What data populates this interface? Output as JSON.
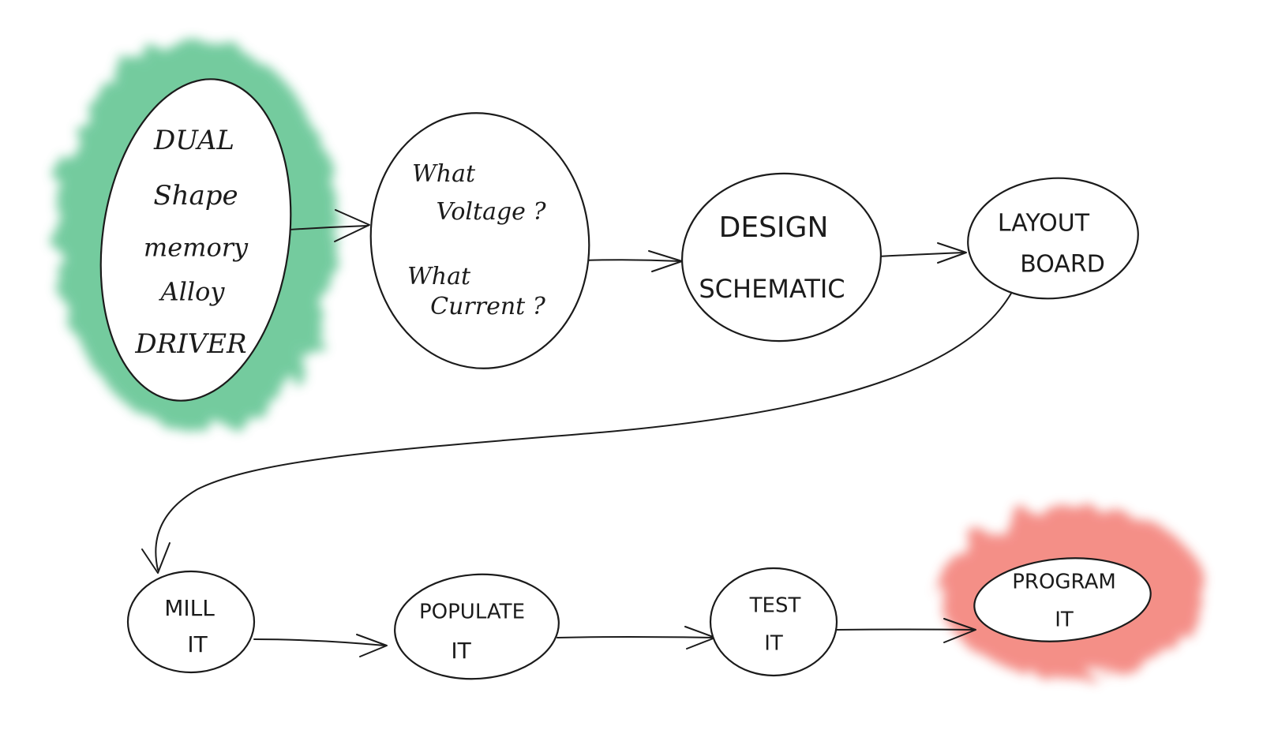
{
  "colors": {
    "start_glow": "#5cc28e",
    "end_glow": "#f37b73",
    "ink": "#1b1b1b",
    "background": "#ffffff"
  },
  "nodes": {
    "driver": {
      "lines": [
        "DUAL",
        "Shape",
        "memory",
        "Alloy",
        "DRIVER"
      ]
    },
    "questions": {
      "line1": "What",
      "line2": "Voltage ?",
      "line3": "What",
      "line4": "Current ?"
    },
    "schematic": {
      "line1": "DESIGN",
      "line2": "SCHEMATIC"
    },
    "layout": {
      "line1": "LAYOUT",
      "line2": "BOARD"
    },
    "mill": {
      "line1": "MILL",
      "line2": "IT"
    },
    "populate": {
      "line1": "POPULATE",
      "line2": "IT"
    },
    "test": {
      "line1": "TEST",
      "line2": "IT"
    },
    "program": {
      "line1": "PROGRAM",
      "line2": "IT"
    }
  }
}
